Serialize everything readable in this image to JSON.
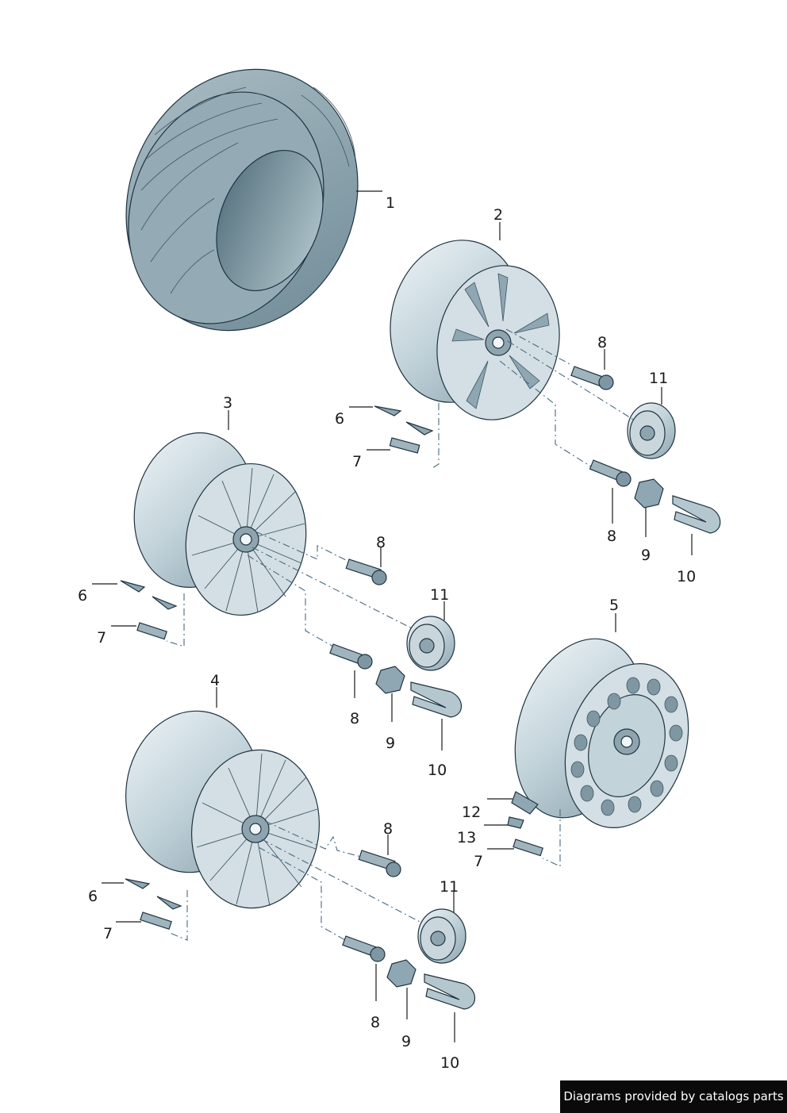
{
  "callouts": {
    "tyre": "1",
    "wheel_top": "2",
    "wheel_mid": "3",
    "wheel_bottom": "4",
    "wheel_steel": "5",
    "p6a": "6",
    "p7a": "7",
    "p8a": "8",
    "p11a": "11",
    "p8b": "8",
    "p9a": "9",
    "p10a": "10",
    "p6b": "6",
    "p7b": "7",
    "p8c": "8",
    "p11b": "11",
    "p8d": "8",
    "p9b": "9",
    "p10b": "10",
    "p6c": "6",
    "p7c": "7",
    "p8e": "8",
    "p11c": "11",
    "p8f": "8",
    "p9c": "9",
    "p10c": "10",
    "p12": "12",
    "p13": "13",
    "p7d": "7"
  },
  "credit": "Diagrams provided by catalogs parts",
  "colors": {
    "metal_light": "#dbe6ea",
    "metal_mid": "#b4c7cf",
    "metal_dark": "#7f97a3",
    "tyre": "#8fa6b0",
    "tyre_dark": "#5f7884"
  }
}
